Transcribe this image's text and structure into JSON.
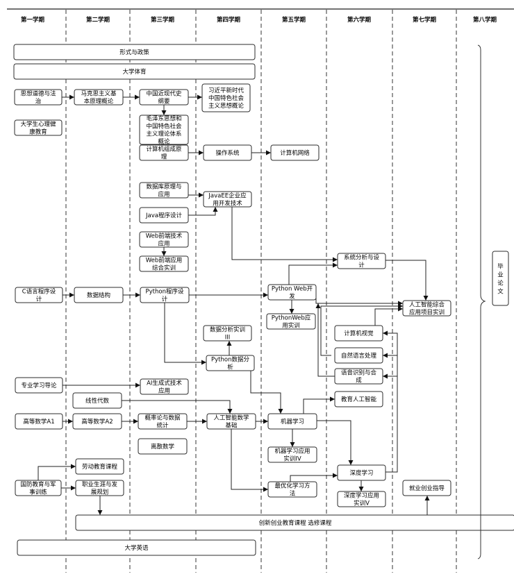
{
  "title": "人工智能专业课程体系拓扑图",
  "semesters": [
    "第一学期",
    "第二学期",
    "第三学期",
    "第四学期",
    "第五学期",
    "第六学期",
    "第七学期",
    "第八学期"
  ],
  "nodes": [
    {
      "id": "xingshi",
      "label": [
        "形式与政策"
      ]
    },
    {
      "id": "tiyu",
      "label": [
        "大学体育"
      ]
    },
    {
      "id": "sixiang",
      "label": [
        "思想道德与法",
        "治"
      ]
    },
    {
      "id": "makesi",
      "label": [
        "马克思主义基",
        "本原理概论"
      ]
    },
    {
      "id": "jindaishi",
      "label": [
        "中国近现代史",
        "纲要"
      ]
    },
    {
      "id": "xjp",
      "label": [
        "习近平新时代",
        "中国特色社会",
        "主义思想概论"
      ]
    },
    {
      "id": "xinli",
      "label": [
        "大学生心理健",
        "康教育"
      ]
    },
    {
      "id": "maozedong",
      "label": [
        "毛泽东思想和",
        "中国特色社会",
        "主义理论体系",
        "概论"
      ]
    },
    {
      "id": "zucheng",
      "label": [
        "计算机组成原",
        "理"
      ]
    },
    {
      "id": "caozuo",
      "label": [
        "操作系统"
      ]
    },
    {
      "id": "wangluo",
      "label": [
        "计算机网络"
      ]
    },
    {
      "id": "shujuku",
      "label": [
        "数据库原理与",
        "应用"
      ]
    },
    {
      "id": "javaee",
      "label": [
        "JavaEE企业应",
        "用开发技术"
      ]
    },
    {
      "id": "java",
      "label": [
        "Java程序设计"
      ]
    },
    {
      "id": "webqd",
      "label": [
        "Web前端技术",
        "应用"
      ]
    },
    {
      "id": "webzh",
      "label": [
        "Web前端应用",
        "综合实训"
      ]
    },
    {
      "id": "xitong",
      "label": [
        "系统分析与设",
        "计"
      ]
    },
    {
      "id": "cyuyan",
      "label": [
        "C语言程序设",
        "计"
      ]
    },
    {
      "id": "shujujiegou",
      "label": [
        "数据结构"
      ]
    },
    {
      "id": "python",
      "label": [
        "Python程序设",
        "计"
      ]
    },
    {
      "id": "pyweb",
      "label": [
        "Python Web开",
        "发"
      ]
    },
    {
      "id": "pywebsx",
      "label": [
        "PythonWeb应",
        "用实训"
      ]
    },
    {
      "id": "aizonghe",
      "label": [
        "人工智能综合",
        "应用项目实训"
      ]
    },
    {
      "id": "sjfxsx",
      "label": [
        "数据分析实训",
        "III"
      ]
    },
    {
      "id": "jsjsj",
      "label": [
        "计算机视觉"
      ]
    },
    {
      "id": "pysjfx",
      "label": [
        "Python数据分",
        "析"
      ]
    },
    {
      "id": "zryy",
      "label": [
        "自然语言处理"
      ]
    },
    {
      "id": "yysb",
      "label": [
        "语音识别与合",
        "成"
      ]
    },
    {
      "id": "zhuanye",
      "label": [
        "专业学习导论"
      ]
    },
    {
      "id": "aigc",
      "label": [
        "AI生成式技术",
        "应用"
      ]
    },
    {
      "id": "jyai",
      "label": [
        "教育人工智能"
      ]
    },
    {
      "id": "xianxing",
      "label": [
        "线性代数"
      ]
    },
    {
      "id": "gsa1",
      "label": [
        "高等数学A1"
      ]
    },
    {
      "id": "gsa2",
      "label": [
        "高等数学A2"
      ]
    },
    {
      "id": "gailv",
      "label": [
        "概率论与数据",
        "统计"
      ]
    },
    {
      "id": "aisx",
      "label": [
        "人工智能数学",
        "基础"
      ]
    },
    {
      "id": "jqxx",
      "label": [
        "机器学习"
      ]
    },
    {
      "id": "lisan",
      "label": [
        "离散数学"
      ]
    },
    {
      "id": "jqxxsx",
      "label": [
        "机器学习应用",
        "实训IV"
      ]
    },
    {
      "id": "laodong",
      "label": [
        "劳动教育课程"
      ]
    },
    {
      "id": "sdxx",
      "label": [
        "深度学习"
      ]
    },
    {
      "id": "guofang",
      "label": [
        "国防教育与军",
        "事训练"
      ]
    },
    {
      "id": "zhiye",
      "label": [
        "职业生涯与发",
        "展规划"
      ]
    },
    {
      "id": "zuiyou",
      "label": [
        "最优化学习方",
        "法"
      ]
    },
    {
      "id": "sdxxsx",
      "label": [
        "深度学习应用",
        "实训V"
      ]
    },
    {
      "id": "jiuye",
      "label": [
        "就业创业指导"
      ]
    },
    {
      "id": "chuangxin",
      "label": [
        "创新创业教育课程 选修课程"
      ]
    },
    {
      "id": "yingyu",
      "label": [
        "大学英语"
      ]
    },
    {
      "id": "biye",
      "label": [
        "毕",
        "业",
        "论",
        "文"
      ]
    }
  ]
}
